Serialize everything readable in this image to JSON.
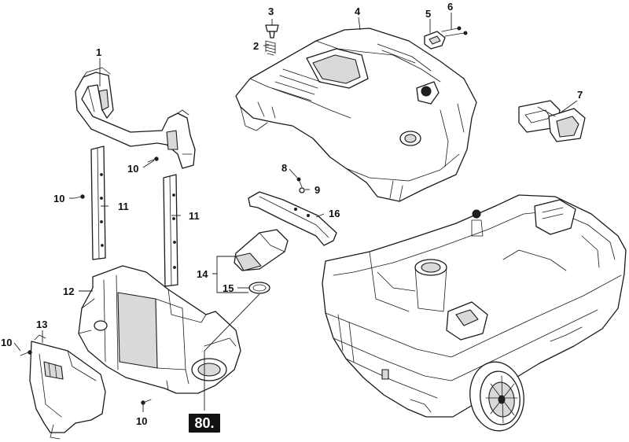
{
  "page_badge": "80.",
  "callouts": [
    {
      "id": "c1",
      "label": "1"
    },
    {
      "id": "c2",
      "label": "2"
    },
    {
      "id": "c3",
      "label": "3"
    },
    {
      "id": "c4",
      "label": "4"
    },
    {
      "id": "c5",
      "label": "5"
    },
    {
      "id": "c6",
      "label": "6"
    },
    {
      "id": "c7",
      "label": "7"
    },
    {
      "id": "c8",
      "label": "8"
    },
    {
      "id": "c9",
      "label": "9"
    },
    {
      "id": "c10a",
      "label": "10"
    },
    {
      "id": "c10b",
      "label": "10"
    },
    {
      "id": "c10c",
      "label": "10"
    },
    {
      "id": "c10d",
      "label": "10"
    },
    {
      "id": "c11a",
      "label": "11"
    },
    {
      "id": "c11b",
      "label": "11"
    },
    {
      "id": "c12",
      "label": "12"
    },
    {
      "id": "c13",
      "label": "13"
    },
    {
      "id": "c14",
      "label": "14"
    },
    {
      "id": "c15",
      "label": "15"
    },
    {
      "id": "c16",
      "label": "16"
    }
  ]
}
